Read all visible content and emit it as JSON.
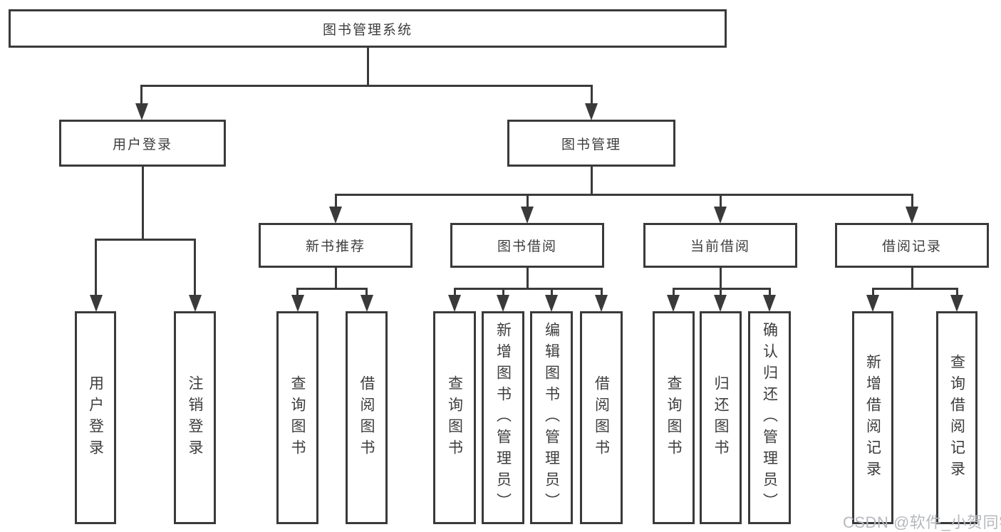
{
  "diagram": {
    "type": "hierarchy-tree",
    "root": {
      "label": "图书管理系统"
    },
    "level2": [
      {
        "label": "用户登录"
      },
      {
        "label": "图书管理"
      }
    ],
    "level3": [
      {
        "label": "新书推荐",
        "parent": "图书管理"
      },
      {
        "label": "图书借阅",
        "parent": "图书管理"
      },
      {
        "label": "当前借阅",
        "parent": "图书管理"
      },
      {
        "label": "借阅记录",
        "parent": "图书管理"
      }
    ],
    "leaves": {
      "login": [
        {
          "label": "用户登录",
          "parent": "用户登录"
        },
        {
          "label": "注销登录",
          "parent": "用户登录"
        }
      ],
      "recommend": [
        {
          "label": "查询图书",
          "parent": "新书推荐"
        },
        {
          "label": "借阅图书",
          "parent": "新书推荐"
        }
      ],
      "borrow": [
        {
          "label": "查询图书",
          "parent": "图书借阅"
        },
        {
          "label": "新增图书（管理员）",
          "parent": "图书借阅"
        },
        {
          "label": "编辑图书（管理员）",
          "parent": "图书借阅"
        },
        {
          "label": "借阅图书",
          "parent": "图书借阅"
        }
      ],
      "current": [
        {
          "label": "查询图书",
          "parent": "当前借阅"
        },
        {
          "label": "归还图书",
          "parent": "当前借阅"
        },
        {
          "label": "确认归还（管理员）",
          "parent": "当前借阅"
        }
      ],
      "records": [
        {
          "label": "新增借阅记录",
          "parent": "借阅记录"
        },
        {
          "label": "查询借阅记录",
          "parent": "借阅记录"
        }
      ]
    }
  },
  "watermark": {
    "text": "CSDN @软件_小贺同学"
  },
  "colors": {
    "line": "#3a3a3a",
    "text": "#3d3d3d",
    "background": "#ffffff",
    "watermark": "#b6b9bd"
  }
}
